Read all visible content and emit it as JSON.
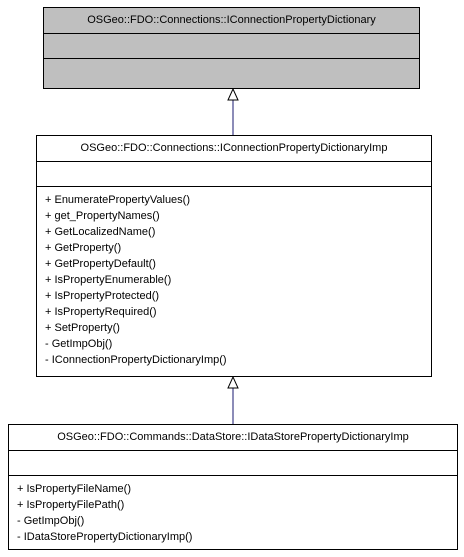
{
  "diagram": {
    "top_class": {
      "name": "OSGeo::FDO::Connections::IConnectionPropertyDictionary"
    },
    "middle_class": {
      "name": "OSGeo::FDO::Connections::IConnectionPropertyDictionaryImp",
      "operations": [
        "+ EnumeratePropertyValues()",
        "+ get_PropertyNames()",
        "+ GetLocalizedName()",
        "+ GetProperty()",
        "+ GetPropertyDefault()",
        "+ IsPropertyEnumerable()",
        "+ IsPropertyProtected()",
        "+ IsPropertyRequired()",
        "+ SetProperty()",
        "- GetImpObj()",
        "- IConnectionPropertyDictionaryImp()"
      ]
    },
    "bottom_class": {
      "name": "OSGeo::FDO::Commands::DataStore::IDataStorePropertyDictionaryImp",
      "operations": [
        "+ IsPropertyFileName()",
        "+ IsPropertyFilePath()",
        "- GetImpObj()",
        "- IDataStorePropertyDictionaryImp()"
      ]
    },
    "colors": {
      "base_fill": "#bfbfbf",
      "border": "#000000",
      "connector": "#191970",
      "arrowhead_fill": "#ffffff"
    }
  }
}
